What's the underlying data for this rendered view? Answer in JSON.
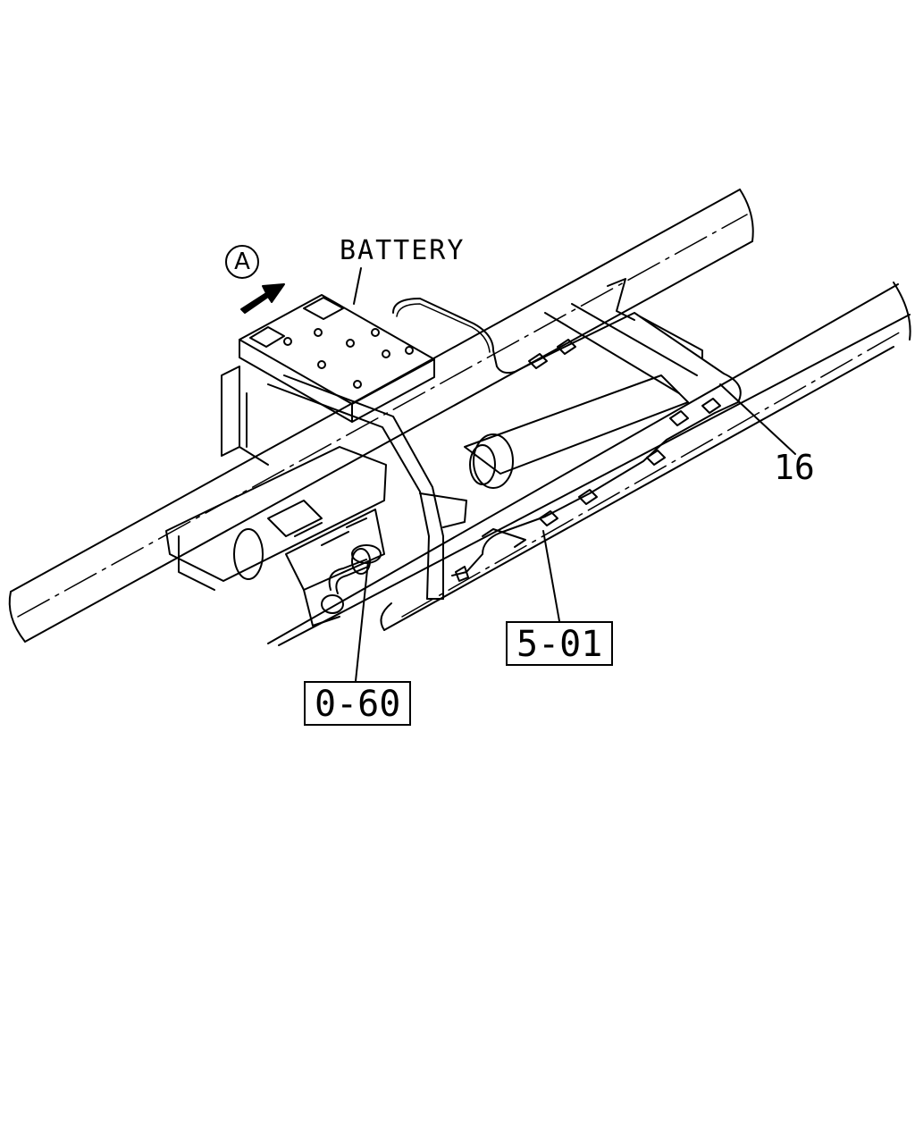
{
  "labels": {
    "battery": "BATTERY",
    "view_marker": "A",
    "callout_16": "16",
    "ref_5_01": "5-01",
    "ref_0_60": "0-60"
  },
  "colors": {
    "line": "#000000",
    "background": "#ffffff"
  }
}
